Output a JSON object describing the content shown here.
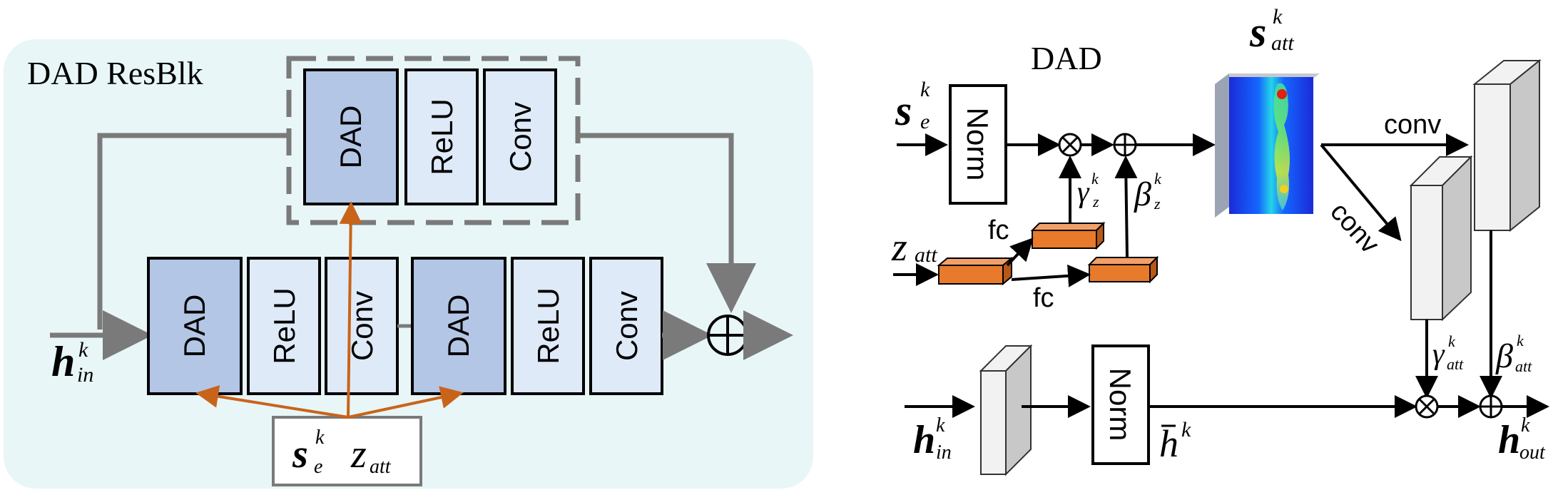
{
  "colors": {
    "panel_bg": "#e8f6f7",
    "dad_fill": "#b3c6e6",
    "light_fill": "#dfeaf8",
    "gray_arrow": "#7a7a7a",
    "orange_arrow": "#c8641a",
    "fc_fill": "#e87a2c"
  },
  "left": {
    "title": "DAD ResBlk",
    "top_branch": [
      "DAD",
      "ReLU",
      "Conv"
    ],
    "main_branch": [
      "DAD",
      "ReLU",
      "Conv",
      "DAD",
      "ReLU",
      "Conv"
    ],
    "input": {
      "base": "h",
      "sup": "k",
      "sub": "in"
    },
    "cond": {
      "s_base": "s",
      "s_sup": "k",
      "s_sub": "e",
      "z_base": "z",
      "z_sub": "att"
    },
    "sum_symbol": "⊕"
  },
  "right": {
    "title": "DAD",
    "norm_label": "Norm",
    "se": {
      "base": "s",
      "sup": "k",
      "sub": "e"
    },
    "z": {
      "base": "z",
      "sub": "att"
    },
    "fc_upper": "fc",
    "fc_lower": "fc",
    "gamma_z": {
      "base": "γ",
      "sup": "k",
      "sub": "z"
    },
    "beta_z": {
      "base": "β",
      "sup": "k",
      "sub": "z"
    },
    "s_att": {
      "base": "s",
      "sup": "k",
      "sub": "att"
    },
    "conv_top": "conv",
    "conv_diag": "conv",
    "gamma_att": {
      "base": "γ",
      "sup": "k",
      "sub": "att"
    },
    "beta_att": {
      "base": "β",
      "sup": "k",
      "sub": "att"
    },
    "h_in": {
      "base": "h",
      "sup": "k",
      "sub": "in"
    },
    "norm_label_bottom": "Norm",
    "h_bar": {
      "base": "h",
      "sup": "k"
    },
    "h_out": {
      "base": "h",
      "sup": "k",
      "sub": "out"
    },
    "mult_symbol": "⊗",
    "sum_symbol": "⊕"
  }
}
